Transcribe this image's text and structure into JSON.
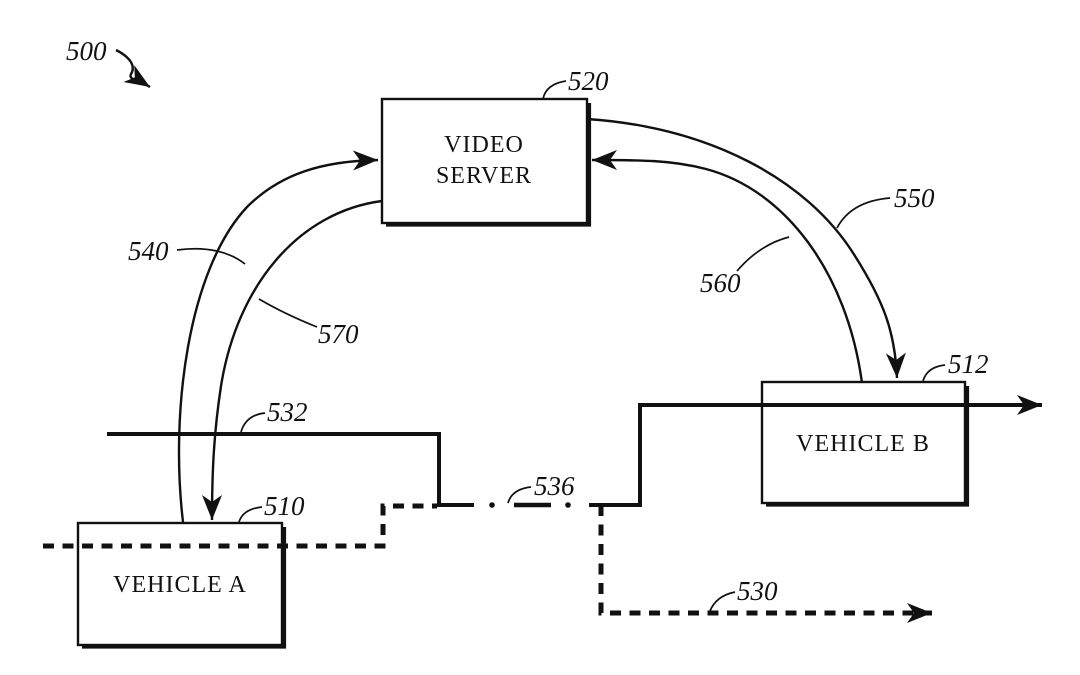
{
  "figure": {
    "diagram_ref": "500"
  },
  "boxes": {
    "video_server": {
      "line1": "VIDEO",
      "line2": "SERVER",
      "ref": "520"
    },
    "vehicle_a": {
      "label": "VEHICLE A",
      "ref": "510"
    },
    "vehicle_b": {
      "label": "VEHICLE B",
      "ref": "512"
    }
  },
  "connectors": {
    "solid_lane": {
      "ref": "532"
    },
    "dashed_lane": {
      "ref": "530"
    },
    "lane_break": {
      "ref": "536"
    },
    "a_to_server_link": {
      "ref": "540"
    },
    "server_to_a_link": {
      "ref": "570"
    },
    "server_to_b_link": {
      "ref": "550"
    },
    "b_to_server_link": {
      "ref": "560"
    }
  },
  "colors": {
    "line": "#111111",
    "background": "#ffffff"
  }
}
